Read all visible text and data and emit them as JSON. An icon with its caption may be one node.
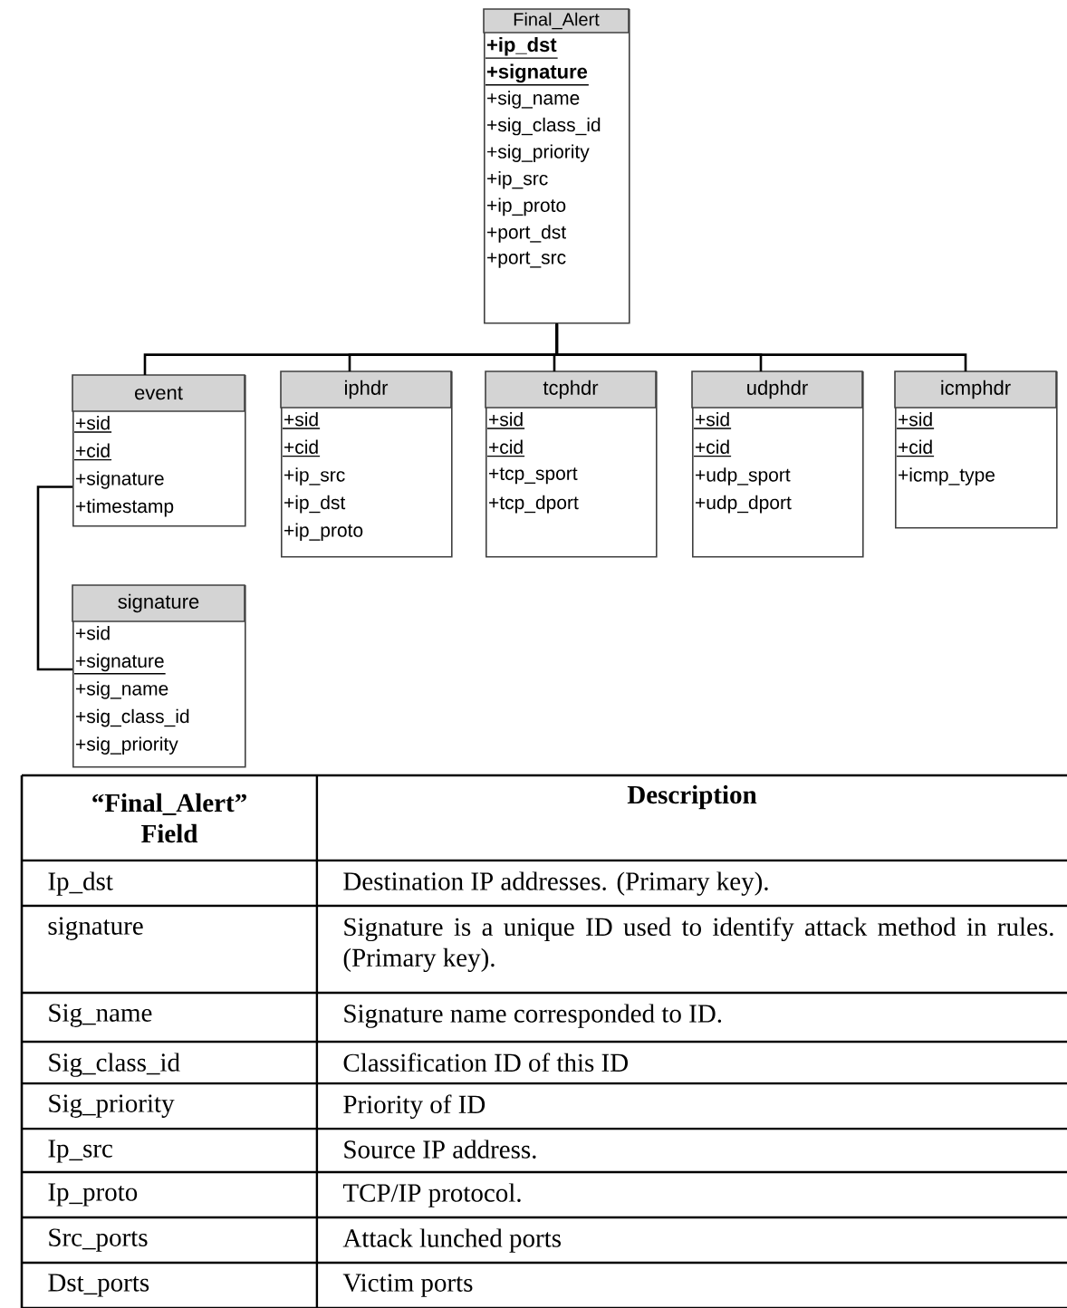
{
  "diagram": {
    "nodes": [
      {
        "text": [
          "Final_Alert",
          "+ip_dst",
          "+signature",
          "+sig_name",
          "+sig_class_id",
          "+sig_priority",
          "+ip_src",
          "+ip_proto",
          "+port_dst",
          "+port_src"
        ]
      },
      {
        "text": [
          "event",
          "+sid",
          "+cid",
          "+signature",
          "+timestamp"
        ]
      },
      {
        "text": [
          "iphdr",
          "+sid",
          "+cid",
          "+ip_src",
          "+ip_dst",
          "+ip_proto"
        ]
      },
      {
        "text": [
          "tcphdr",
          "+sid",
          "+cid",
          "+tcp_sport",
          "+tcp_dport"
        ]
      },
      {
        "text": [
          "udphdr",
          "+sid",
          "+cid",
          "+udp_sport",
          "+udp_dport"
        ]
      },
      {
        "text": [
          "icmphdr",
          "+sid",
          "+cid",
          "+icmp_type"
        ]
      },
      {
        "text": [
          "signature",
          "+sid",
          "+signature",
          "+sig_name",
          "+sig_class_id",
          "+sig_priority"
        ]
      }
    ],
    "edges": [
      {
        "from": 0,
        "to": 1,
        "arrow": "none"
      },
      {
        "from": 0,
        "to": 2,
        "arrow": "none"
      },
      {
        "from": 0,
        "to": 3,
        "arrow": "none"
      },
      {
        "from": 0,
        "to": 4,
        "arrow": "none"
      },
      {
        "from": 0,
        "to": 5,
        "arrow": "none"
      },
      {
        "from": 1,
        "to": 6,
        "arrow": "none"
      }
    ],
    "labels": [
      "“Final_Alert” Field",
      "Description",
      "Ip_dst",
      "Destination IP addresses. (Primary key).",
      "signature",
      "Signature is a unique ID used to identify attack method in rules. (Primary key).",
      "Sig_name",
      "Signature name corresponded to ID.",
      "Sig_class_id",
      "Classification ID of this ID",
      "Sig_priority",
      "Priority of ID",
      "Ip_src",
      "Source IP address.",
      "Ip_proto",
      "TCP/IP protocol.",
      "Src_ports",
      "Attack lunched ports",
      "Dst_ports",
      "Victim ports"
    ]
  }
}
